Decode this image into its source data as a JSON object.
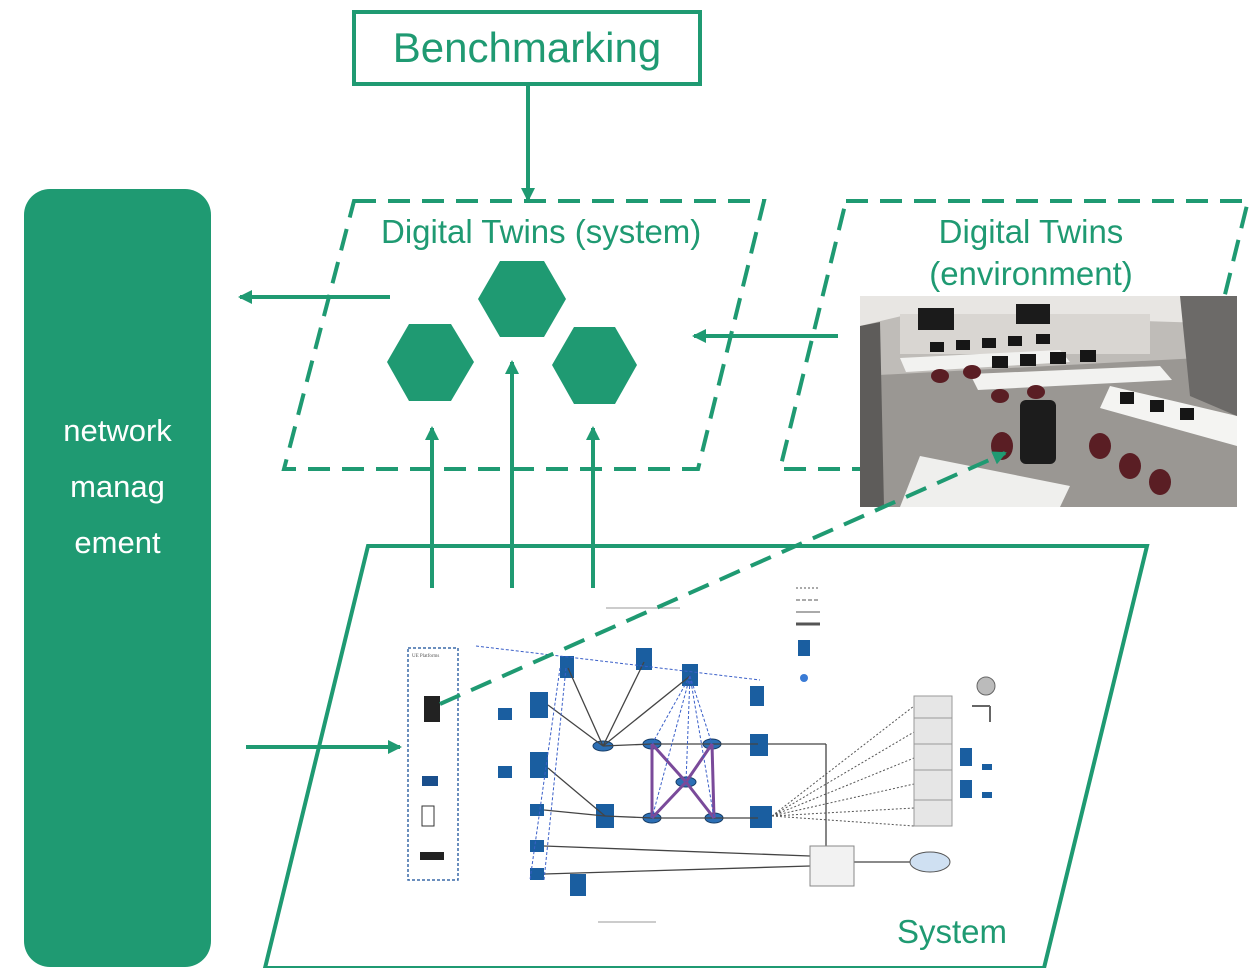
{
  "benchmarking": {
    "label": "Benchmarking"
  },
  "network_management": {
    "lines": [
      "network",
      "manag",
      "ement"
    ]
  },
  "digital_twins_system": {
    "label": "Digital Twins (system)"
  },
  "digital_twins_environment": {
    "lines": [
      "Digital Twins",
      "(environment)"
    ]
  },
  "system": {
    "label": "System"
  },
  "colors": {
    "accent": "#1f9a72",
    "dark_accent": "#1b8a66"
  },
  "icons": {
    "twin_nodes": [
      "hexagon-icon",
      "hexagon-icon",
      "hexagon-icon"
    ],
    "environment_image": "room-photo",
    "system_image": "network-topology-diagram"
  }
}
